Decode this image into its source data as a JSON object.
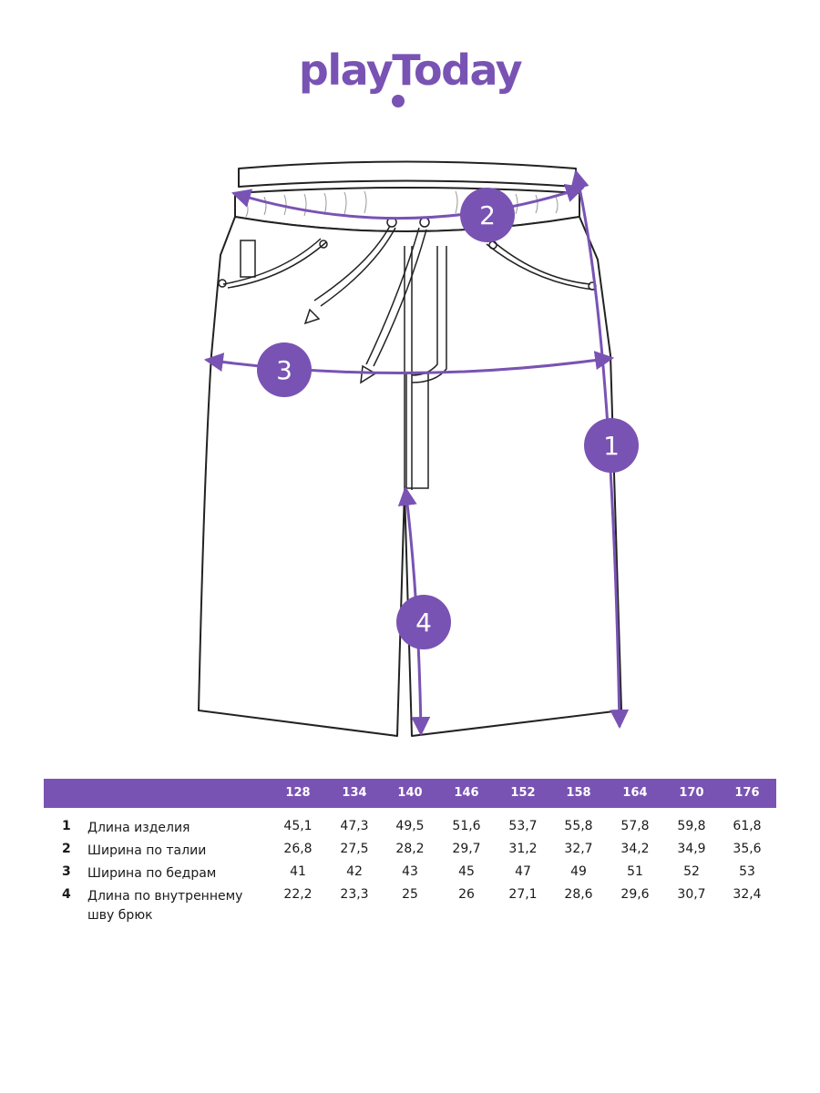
{
  "brand": {
    "logo_text": "playToday",
    "accent_color": "#7953b3"
  },
  "markers": [
    "1",
    "2",
    "3",
    "4"
  ],
  "table": {
    "sizes": [
      "128",
      "134",
      "140",
      "146",
      "152",
      "158",
      "164",
      "170",
      "176"
    ],
    "rows": [
      {
        "num": "1",
        "label": "Длина изделия",
        "values": [
          "45,1",
          "47,3",
          "49,5",
          "51,6",
          "53,7",
          "55,8",
          "57,8",
          "59,8",
          "61,8"
        ]
      },
      {
        "num": "2",
        "label": "Ширина по талии",
        "values": [
          "26,8",
          "27,5",
          "28,2",
          "29,7",
          "31,2",
          "32,7",
          "34,2",
          "34,9",
          "35,6"
        ]
      },
      {
        "num": "3",
        "label": "Ширина по бедрам",
        "values": [
          "41",
          "42",
          "43",
          "45",
          "47",
          "49",
          "51",
          "52",
          "53"
        ]
      },
      {
        "num": "4",
        "label": "Длина по внутреннему шву брюк",
        "values": [
          "22,2",
          "23,3",
          "25",
          "26",
          "27,1",
          "28,6",
          "29,6",
          "30,7",
          "32,4"
        ]
      }
    ]
  }
}
